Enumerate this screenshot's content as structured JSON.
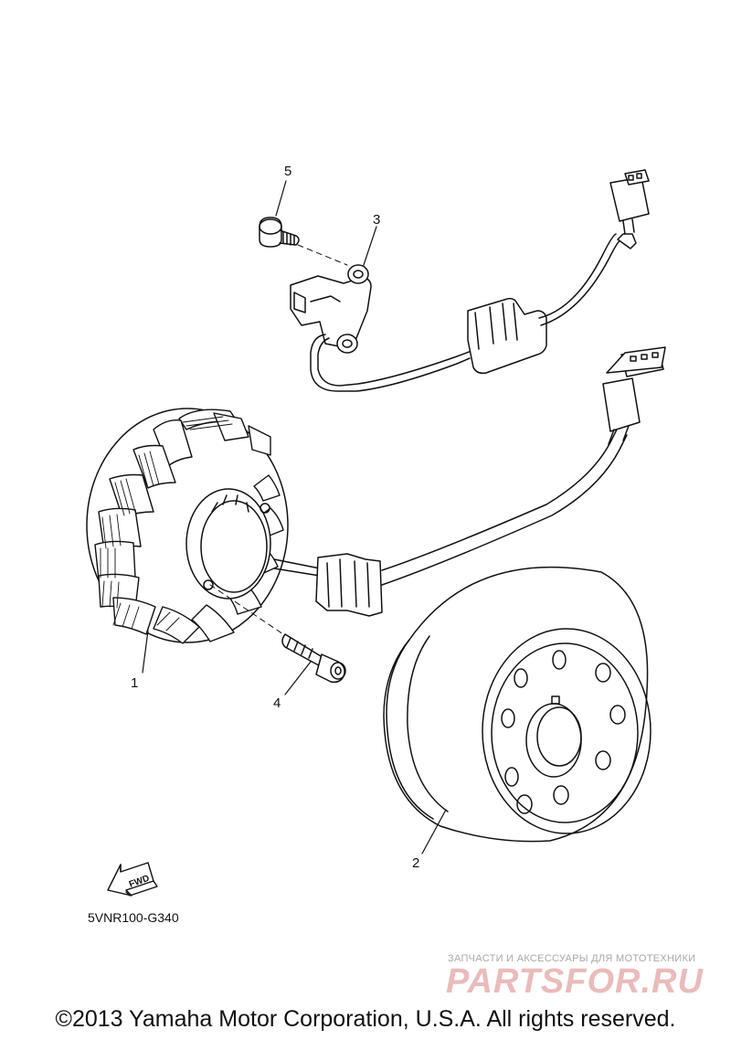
{
  "callouts": {
    "p1": "1",
    "p2": "2",
    "p3": "3",
    "p4": "4",
    "p5": "5"
  },
  "fwd_label": "FWD",
  "diagram_code": "5VNR100-G340",
  "watermark": {
    "tagline": "ЗАПЧАСТИ И АКСЕССУАРЫ ДЛЯ МОТОТЕХНИКИ",
    "logo": "PARTSFOR.RU"
  },
  "copyright": "©2013 Yamaha Motor Corporation, U.S.A. All rights reserved.",
  "colors": {
    "line": "#111111",
    "watermark_logo": "#e8b4b4",
    "watermark_tag": "#a8a8a8"
  }
}
